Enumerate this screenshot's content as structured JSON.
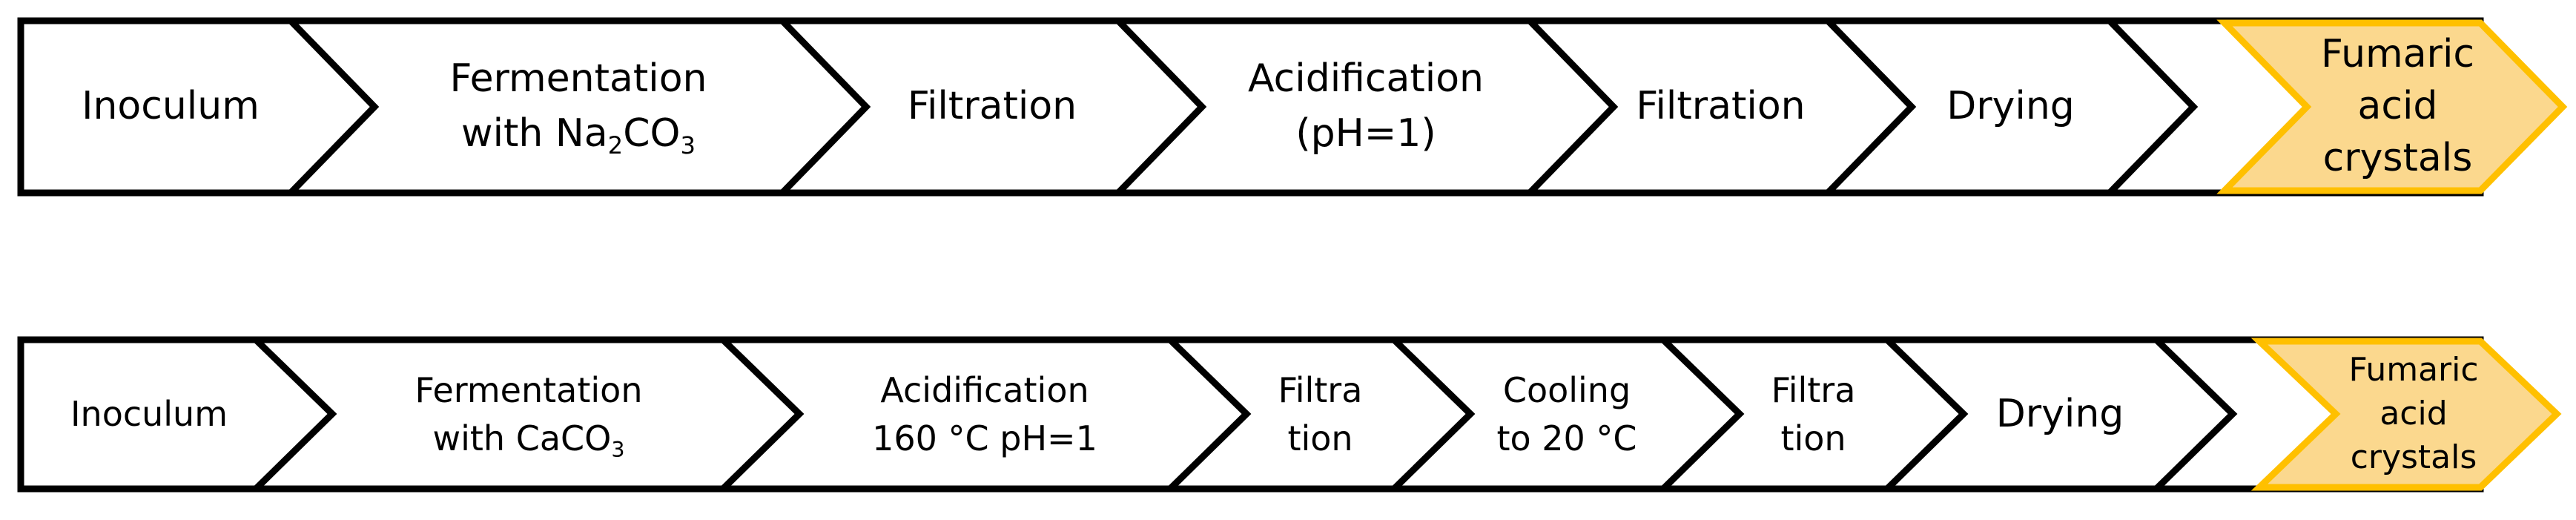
{
  "diagram": {
    "title": "Fumaric acid production process flow diagrams",
    "colors": {
      "stroke": "#000000",
      "background": "#ffffff",
      "terminal_fill": "#FBD88E",
      "terminal_stroke": "#FFC000"
    },
    "rows": [
      {
        "id": "process-route-sodium-carbonate",
        "steps": [
          {
            "id": "inoculum",
            "type": "process",
            "lines": [
              "Inoculum"
            ]
          },
          {
            "id": "fermentation",
            "type": "process",
            "lines": [
              "Fermentation",
              "with Na2CO3"
            ],
            "formula": true,
            "line2_pre": "with Na",
            "line2_sub": "2",
            "line2_mid": "CO",
            "line2_sub2": "3"
          },
          {
            "id": "filtration-1",
            "type": "process",
            "lines": [
              "Filtration"
            ]
          },
          {
            "id": "acidification",
            "type": "process",
            "lines": [
              "Acidification",
              "(pH=1)"
            ]
          },
          {
            "id": "filtration-2",
            "type": "process",
            "lines": [
              "Filtration"
            ]
          },
          {
            "id": "drying",
            "type": "process",
            "lines": [
              "Drying"
            ]
          },
          {
            "id": "product",
            "type": "terminal",
            "lines": [
              "Fumaric",
              "acid",
              "crystals"
            ]
          }
        ]
      },
      {
        "id": "process-route-calcium-carbonate",
        "steps": [
          {
            "id": "inoculum",
            "type": "process",
            "lines": [
              "Inoculum"
            ]
          },
          {
            "id": "fermentation",
            "type": "process",
            "lines": [
              "Fermentation",
              "with CaCO3"
            ],
            "formula": true,
            "line2_pre": "with CaCO",
            "line2_sub": "3"
          },
          {
            "id": "acidification",
            "type": "process",
            "lines": [
              "Acidification",
              "160 °C pH=1"
            ]
          },
          {
            "id": "filtration-1",
            "type": "process",
            "lines": [
              "Filtra",
              "tion"
            ]
          },
          {
            "id": "cooling",
            "type": "process",
            "lines": [
              "Cooling",
              "to 20 °C"
            ]
          },
          {
            "id": "filtration-2",
            "type": "process",
            "lines": [
              "Filtra",
              "tion"
            ]
          },
          {
            "id": "drying",
            "type": "process",
            "lines": [
              "Drying"
            ]
          },
          {
            "id": "product",
            "type": "terminal",
            "lines": [
              "Fumaric",
              "acid",
              "crystals"
            ]
          }
        ]
      }
    ]
  },
  "row1": {
    "step1_line1": "Inoculum",
    "step2_line1": "Fermentation",
    "step2_line2_a": "with Na",
    "step2_line2_sub1": "2",
    "step2_line2_b": "CO",
    "step2_line2_sub2": "3",
    "step3_line1": "Filtration",
    "step4_line1": "Acidification",
    "step4_line2": "(pH=1)",
    "step5_line1": "Filtration",
    "step6_line1": "Drying",
    "step7_line1": "Fumaric",
    "step7_line2": "acid",
    "step7_line3": "crystals"
  },
  "row2": {
    "step1_line1": "Inoculum",
    "step2_line1": "Fermentation",
    "step2_line2_a": "with CaCO",
    "step2_line2_sub1": "3",
    "step3_line1": "Acidification",
    "step3_line2": "160 °C pH=1",
    "step4_line1": "Filtra",
    "step4_line2": "tion",
    "step5_line1": "Cooling",
    "step5_line2": "to 20 °C",
    "step6_line1": "Filtra",
    "step6_line2": "tion",
    "step7_line1": "Drying",
    "step8_line1": "Fumaric",
    "step8_line2": "acid",
    "step8_line3": "crystals"
  }
}
